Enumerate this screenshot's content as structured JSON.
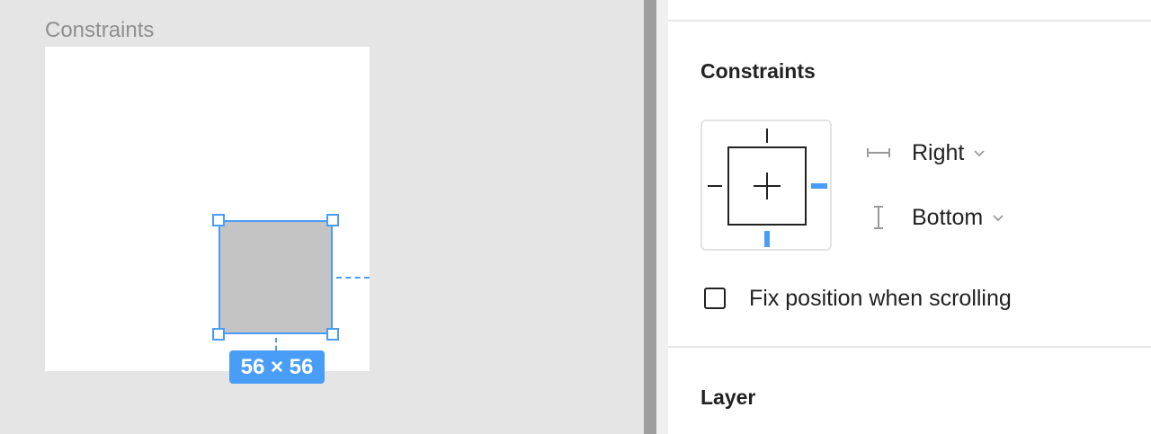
{
  "canvas": {
    "frame_label": "Constraints",
    "size_badge": "56 × 56",
    "accent_color": "#4a9df6"
  },
  "panel": {
    "constraints": {
      "title": "Constraints",
      "horizontal": {
        "icon": "horizontal-constraint-icon",
        "value": "Right"
      },
      "vertical": {
        "icon": "vertical-constraint-icon",
        "value": "Bottom"
      },
      "active_sides": [
        "right",
        "bottom"
      ]
    },
    "fix_position": {
      "label": "Fix position when scrolling",
      "checked": false
    },
    "layer": {
      "title": "Layer"
    }
  }
}
